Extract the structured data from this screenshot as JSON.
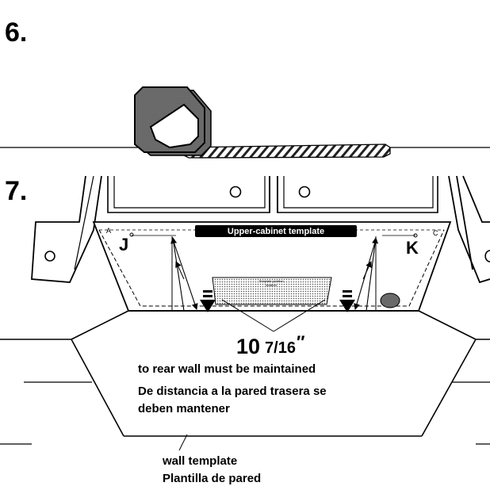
{
  "steps": {
    "step6": "6.",
    "step7": "7."
  },
  "template_label": "Upper-cabinet template",
  "markers": {
    "a": "A",
    "c": "C",
    "j": "J",
    "k": "K"
  },
  "measurement": {
    "whole": "10",
    "fraction": "7/16",
    "inch": "″"
  },
  "notes": {
    "line1": "to rear wall must be maintained",
    "line2": "De distancia a la pared trasera se",
    "line3": "deben mantener"
  },
  "wall_template": {
    "en": "wall template",
    "es": "Plantilla de pared"
  },
  "small_label": {
    "line1": "Template position",
    "line2": "location"
  }
}
